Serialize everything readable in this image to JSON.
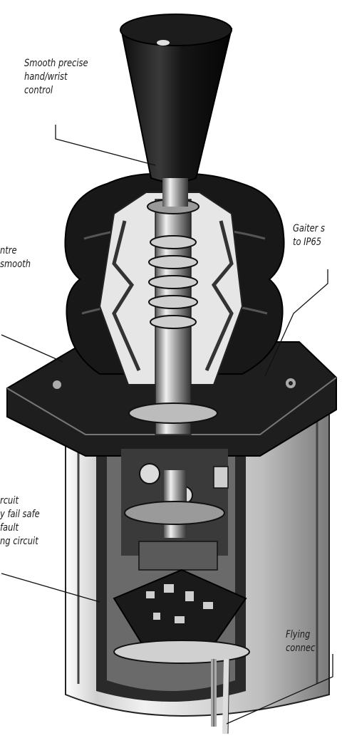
{
  "labels": {
    "handle": [
      "Smooth precise",
      "hand/wrist",
      "control"
    ],
    "spring": [
      "ntre",
      "smooth",
      ""
    ],
    "gaiter": [
      "Gaiter s",
      "to IP65"
    ],
    "circuit": [
      "rcuit",
      "y fail safe",
      "fault",
      "ng circuit"
    ],
    "flying": [
      "Flying",
      "connec"
    ]
  },
  "colors": {
    "ink": "#111111",
    "dark": "#1c1c1c",
    "mid": "#6d6d6d",
    "light": "#d9d9d9",
    "paper": "#ffffff"
  }
}
